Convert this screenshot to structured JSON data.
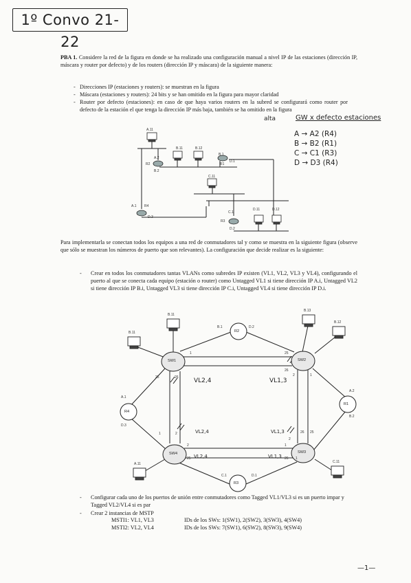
{
  "header": {
    "handwritten_title": "1º Convo 21-22"
  },
  "problem": {
    "label": "PBA 1.",
    "intro": "Considere la red de la figura en donde se ha realizado una configuración manual a nivel IP de las estaciones (dirección IP, máscara y router por defecto) y de los routers (dirección IP y máscara) de la siguiente manera:",
    "bullets": [
      "Direcciones IP (estaciones y routers): se muestran en la figura",
      "Máscara (estaciones y routers): 24 bits y se han omitido en la figura para mayor claridad",
      "Router por defecto (estaciones): en caso de que haya varios routers en la subred se configurará como router por defecto de la estación el que tenga la dirección IP más baja, también se ha omitido en la figura"
    ],
    "margin_note": "alta",
    "switch_intro": "Para implementarla se conectan todos los equipos a una red de conmutadores tal y como se muestra en la siguiente figura (observe que sólo se muestran los números de puerto que son relevantes). La configuración que decide realizar es la siguiente:",
    "vlan_bullet": "Crear en todos los conmutadores tantas VLANs como subredes IP existen (VL1, VL2, VL3 y VL4), configurando el puerto al que se conecta cada equipo (estación o router) como Untagged VL1 si tiene dirección IP A.i, Untagged VL2 si tiene dirección IP B.i, Untagged VL3 si tiene dirección IP C.i, Untagged VL4 si tiene dirección IP D.i.",
    "trunk_bullet": "Configurar cada uno de los puertos de unión entre conmutadores como Tagged VL1/VL3 si es un puerto impar y Tagged VL2/VL4 si es par",
    "mstp_bullet": "Crear 2 instancias de MSTP",
    "mstp": [
      {
        "name": "MSTI1: VL1, VL3",
        "ids": "IDs de los SWs: 1(SW1), 2(SW2), 3(SW3), 4(SW4)"
      },
      {
        "name": "MSTI2: VL2, VL4",
        "ids": "IDs de los SWs: 7(SW1), 6(SW2), 8(SW3), 9(SW4)"
      }
    ]
  },
  "handwritten_notes": {
    "gw_title": "GW x defecto estaciones",
    "lines": [
      "A → A2 (R4)",
      "B → B2 (R1)",
      "C → C1 (R3)",
      "D → D3 (R4)"
    ]
  },
  "fig1": {
    "labels": [
      "A.11",
      "A.2",
      "B.11",
      "B.12",
      "R2",
      "B.1",
      "D.1",
      "R1",
      "B.2",
      "C.11",
      "A.1",
      "R4",
      "D.3",
      "C.1",
      "D.11",
      "D.12",
      "R3",
      "D.2"
    ]
  },
  "fig2": {
    "nodes": {
      "sw1": "SW1",
      "sw2": "SW2",
      "sw3": "SW3",
      "sw4": "SW4",
      "r1": "R1",
      "r2": "R2",
      "r3": "R3",
      "r4": "R4"
    },
    "hosts": [
      "B.11",
      "B.11",
      "B.13",
      "B.12",
      "A.11",
      "C.11"
    ],
    "ip_labels": [
      "B.1",
      "D.2",
      "A.2",
      "B.2",
      "A.1",
      "D.3",
      "C.1",
      "D.1"
    ],
    "ports": [
      "1",
      "25",
      "26",
      "25",
      "26",
      "1",
      "2",
      "1",
      "2",
      "26",
      "25",
      "2",
      "1",
      "2",
      "25",
      "26",
      "1"
    ],
    "notes": [
      "VL2,4",
      "VL1,3",
      "VL2,4",
      "VL1,3",
      "VL2,4",
      "VL1,3"
    ]
  },
  "footer": {
    "page": "—1—"
  }
}
